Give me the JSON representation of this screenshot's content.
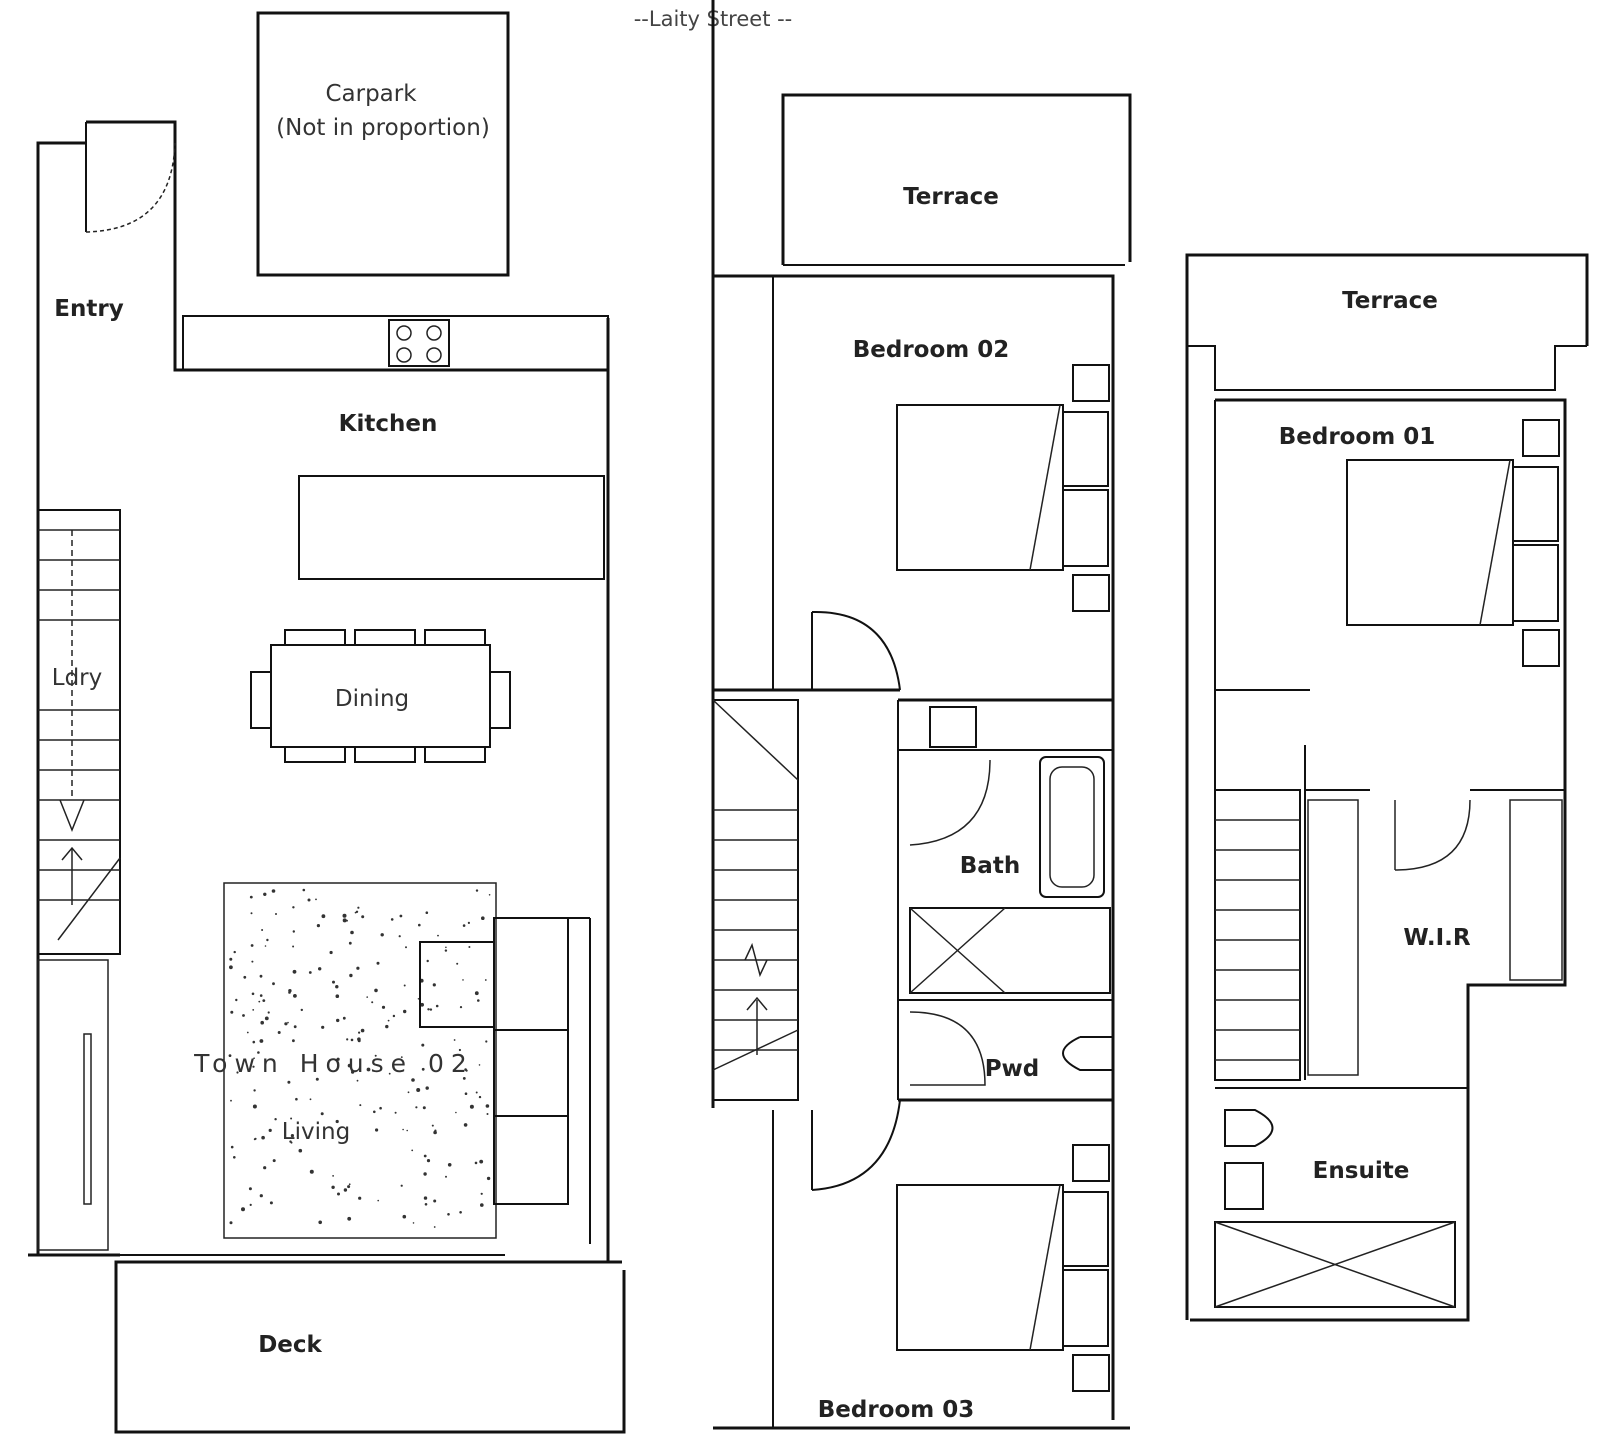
{
  "street": "--Laity Street --",
  "carpark": {
    "line1": "Carpark",
    "line2": "(Not in proportion)"
  },
  "ground_floor": {
    "entry": "Entry",
    "kitchen": "Kitchen",
    "dining": "Dining",
    "laundry": "Ldry",
    "unit_name": "Town House 02",
    "living": "Living",
    "deck": "Deck"
  },
  "first_floor": {
    "terrace": "Terrace",
    "bedroom_02": "Bedroom 02",
    "bath": "Bath",
    "powder": "Pwd",
    "bedroom_03": "Bedroom 03"
  },
  "second_floor": {
    "terrace": "Terrace",
    "bedroom_01": "Bedroom 01",
    "wir": "W.I.R",
    "ensuite": "Ensuite"
  }
}
